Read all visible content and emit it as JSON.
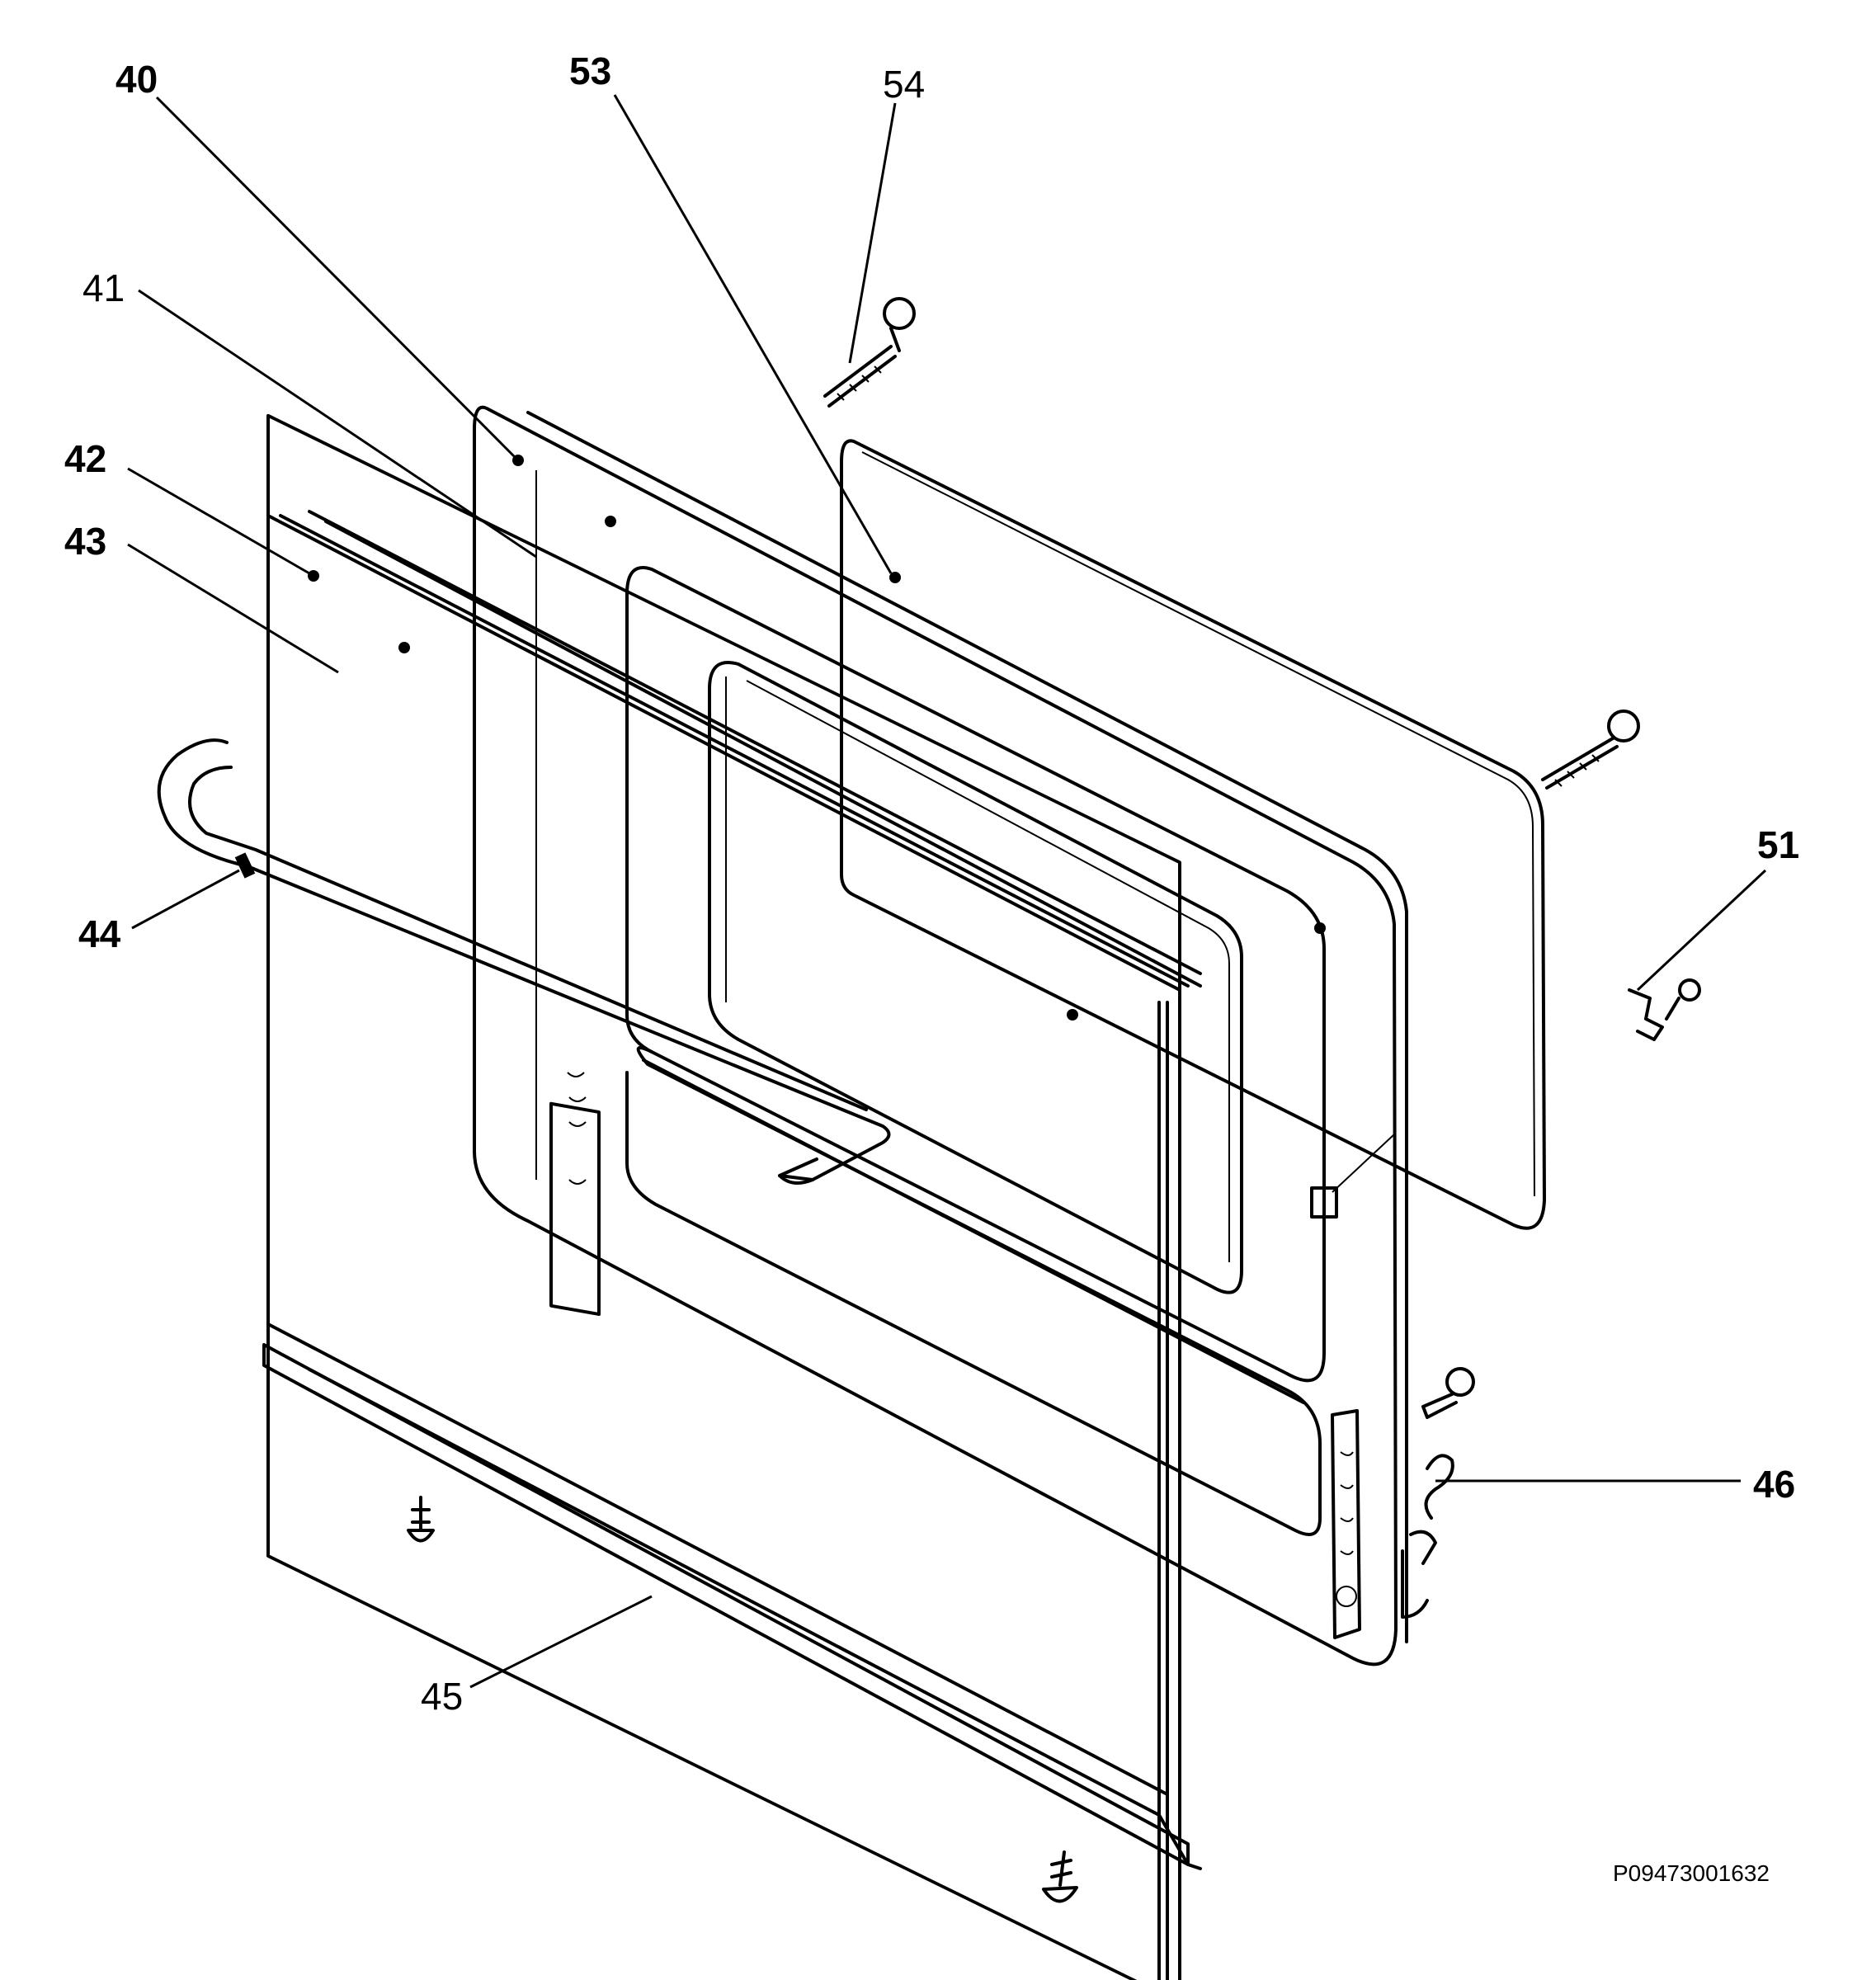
{
  "figure_id": "P09473001632",
  "callouts": [
    {
      "id": "40",
      "label": "40",
      "bold": true
    },
    {
      "id": "41",
      "label": "41",
      "bold": false
    },
    {
      "id": "42",
      "label": "42",
      "bold": true
    },
    {
      "id": "43",
      "label": "43",
      "bold": true
    },
    {
      "id": "44",
      "label": "44",
      "bold": true
    },
    {
      "id": "45",
      "label": "45",
      "bold": false
    },
    {
      "id": "46",
      "label": "46",
      "bold": true
    },
    {
      "id": "51",
      "label": "51",
      "bold": true
    },
    {
      "id": "53",
      "label": "53",
      "bold": true
    },
    {
      "id": "54",
      "label": "54",
      "bold": false
    }
  ]
}
